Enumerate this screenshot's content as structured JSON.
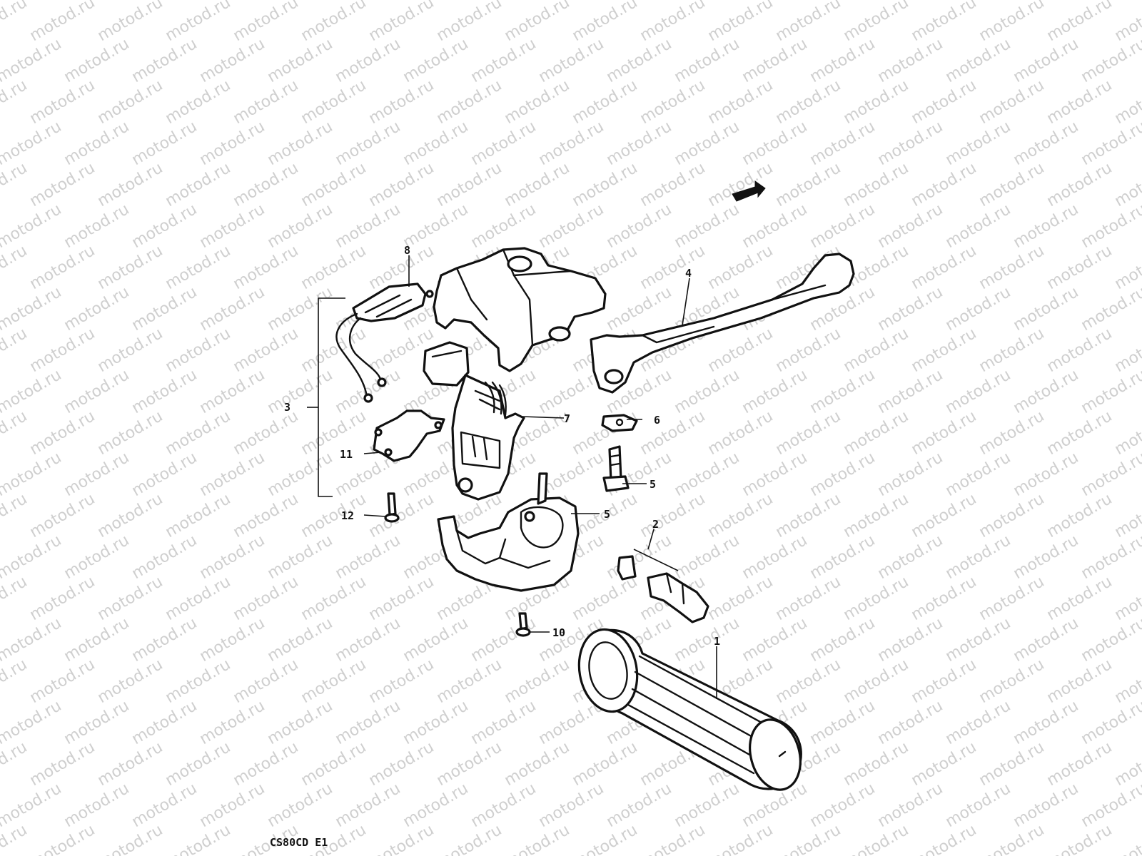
{
  "watermark": {
    "text": "motod.ru"
  },
  "callouts": {
    "c1": "1",
    "c2": "2",
    "c3": "3",
    "c4": "4",
    "c5a": "5",
    "c5b": "5",
    "c6": "6",
    "c7": "7",
    "c8": "8",
    "c10": "10",
    "c11": "11",
    "c12": "12"
  },
  "caption": "CS80CD E1"
}
